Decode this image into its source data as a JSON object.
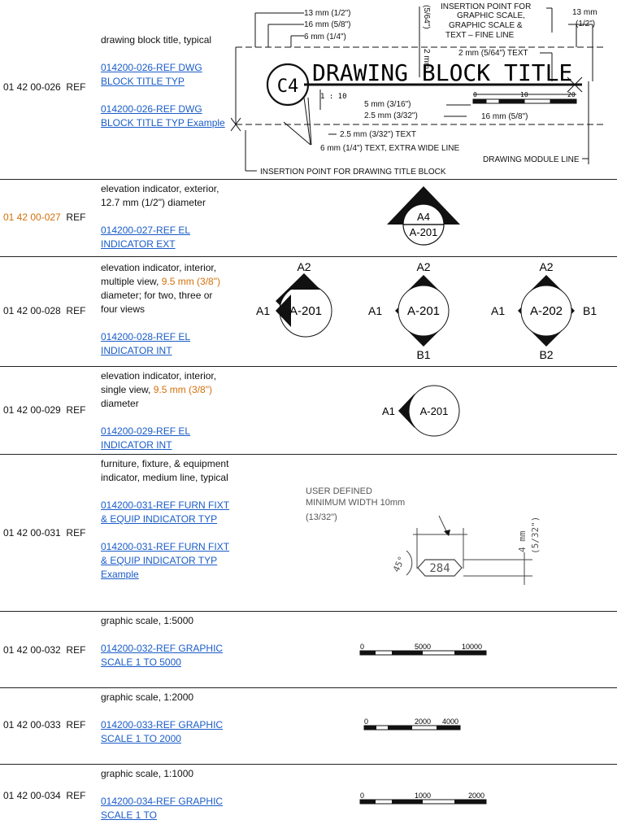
{
  "rows": [
    {
      "code": "01 42 00-026",
      "suffix": "REF",
      "desc_before": "drawing block title, typical",
      "desc_hl": "",
      "desc_after": "",
      "links": [
        "014200-026-REF DWG BLOCK TITLE TYP",
        "014200-026-REF DWG BLOCK TITLE TYP Example"
      ],
      "figure": {
        "title": "DRAWING BLOCK TITLE",
        "circle_label": "C4",
        "scale_ratio": "1 : 10",
        "scale_ticks": [
          "0",
          "10",
          "20"
        ],
        "dims": [
          "13 mm (1/2\")",
          "16 mm (5/8\")",
          "6 mm (1/4\")",
          "(5/64\")",
          "2 mm",
          "INSERTION POINT FOR",
          "GRAPHIC SCALE,",
          "GRAPHIC SCALE &",
          "TEXT – FINE LINE",
          "13 mm",
          "(1/2\")",
          "2 mm (5/64\") TEXT",
          "5 mm (3/16\")",
          "2.5 mm (3/32\")",
          "16 mm (5/8\")",
          "2.5 mm (3/32\") TEXT",
          "6 mm (1/4\") TEXT, EXTRA WIDE LINE",
          "DRAWING MODULE LINE",
          "INSERTION POINT FOR DRAWING TITLE BLOCK"
        ]
      }
    },
    {
      "code": "01 42 00-027",
      "suffix": "REF",
      "desc_before": "elevation indicator, exterior, 12.7 mm (1/2\") diameter",
      "desc_hl": "",
      "desc_after": "",
      "links": [
        "014200-027-REF EL INDICATOR EXT"
      ],
      "figure": {
        "top": "A4",
        "bottom": "A-201"
      }
    },
    {
      "code": "01 42 00-028",
      "suffix": "REF",
      "desc_before": "elevation indicator, interior, multiple view, ",
      "desc_hl": "9.5 mm (3/8\")",
      "desc_after": " diameter; for two, three or four views",
      "links": [
        "014200-028-REF EL INDICATOR INT"
      ],
      "figure": {
        "two_view": {
          "top": "A2",
          "left": "A1",
          "center": "A-201"
        },
        "three_view": {
          "top": "A2",
          "left": "A1",
          "bottom": "B1",
          "center": "A-201"
        },
        "four_view": {
          "top": "A2",
          "left": "A1",
          "right": "B1",
          "bottom": "B2",
          "center": "A-202"
        }
      }
    },
    {
      "code": "01 42 00-029",
      "suffix": "REF",
      "desc_before": "elevation indicator, interior, single view, ",
      "desc_hl": "9.5 mm (3/8\")",
      "desc_after": " diameter",
      "links": [
        "014200-029-REF EL INDICATOR INT"
      ],
      "figure": {
        "left": "A1",
        "center": "A-201"
      }
    },
    {
      "code": "01 42 00-031",
      "suffix": "REF",
      "desc_before": "furniture, fixture, & equipment indicator, medium line, typical",
      "desc_hl": "",
      "desc_after": "",
      "links": [
        "014200-031-REF FURN FIXT & EQUIP INDICATOR TYP",
        "014200-031-REF FURN FIXT & EQUIP INDICATOR TYP Example"
      ],
      "figure": {
        "note_lines": [
          "USER DEFINED",
          "MINIMUM WIDTH 10mm",
          "(13/32\")"
        ],
        "tag": "284",
        "angle": "45°",
        "height_lines": [
          "4 mm",
          "(5/32\")"
        ]
      }
    },
    {
      "code": "01 42 00-032",
      "suffix": "REF",
      "desc_before": "graphic scale, 1:5000",
      "desc_hl": "",
      "desc_after": "",
      "links": [
        "014200-032-REF GRAPHIC SCALE 1 TO 5000"
      ],
      "figure": {
        "ticks": [
          "0",
          "5000",
          "10000"
        ]
      }
    },
    {
      "code": "01 42 00-033",
      "suffix": "REF",
      "desc_before": "graphic scale, 1:2000",
      "desc_hl": "",
      "desc_after": "",
      "links": [
        "014200-033-REF GRAPHIC SCALE 1 TO 2000"
      ],
      "figure": {
        "ticks": [
          "0",
          "2000",
          "4000"
        ]
      }
    },
    {
      "code": "01 42 00-034",
      "suffix": "REF",
      "desc_before": "graphic scale, 1:1000",
      "desc_hl": "",
      "desc_after": "",
      "links": [
        "014200-034-REF GRAPHIC SCALE 1 TO"
      ],
      "figure": {
        "ticks": [
          "0",
          "1000",
          "2000"
        ]
      }
    }
  ]
}
